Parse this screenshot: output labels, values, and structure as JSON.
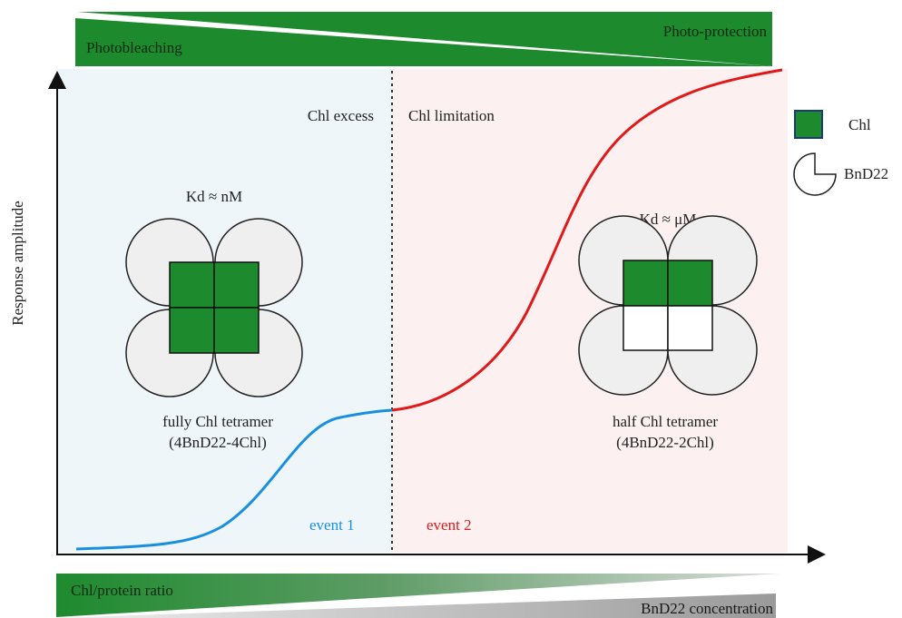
{
  "top_bar": {
    "left_label": "Photobleaching",
    "right_label": "Photo-protection",
    "color": "#1e8a2e"
  },
  "axes": {
    "y_label": "Response amplitude"
  },
  "regions": {
    "left_label": "Chl excess",
    "right_label": "Chl limitation",
    "left_bg": "#eef6fa",
    "right_bg": "#fcf0f0"
  },
  "left_state": {
    "kd": "Kd ≈ nM",
    "caption_line1": "fully Chl tetramer",
    "caption_line2": "(4BnD22-4Chl)",
    "chl_cells": [
      "chl",
      "chl",
      "chl",
      "chl"
    ]
  },
  "right_state": {
    "kd": "Kd ≈ μM",
    "caption_line1": "half Chl tetramer",
    "caption_line2": "(4BnD22-2Chl)",
    "chl_cells": [
      "chl",
      "chl",
      "empty",
      "empty"
    ]
  },
  "events": {
    "event1": "event 1",
    "event2": "event 2",
    "event1_color": "#1a8fe0",
    "event2_color": "#e01a1a"
  },
  "legend": {
    "chl_label": "Chl",
    "bnd22_label": "BnD22",
    "chl_color": "#1e8a2e"
  },
  "bottom_bar": {
    "left_label": "Chl/protein ratio",
    "right_label": "BnD22 concentration",
    "chl_color": "#1e8a2e",
    "bnd22_color": "#b5b5b5"
  }
}
